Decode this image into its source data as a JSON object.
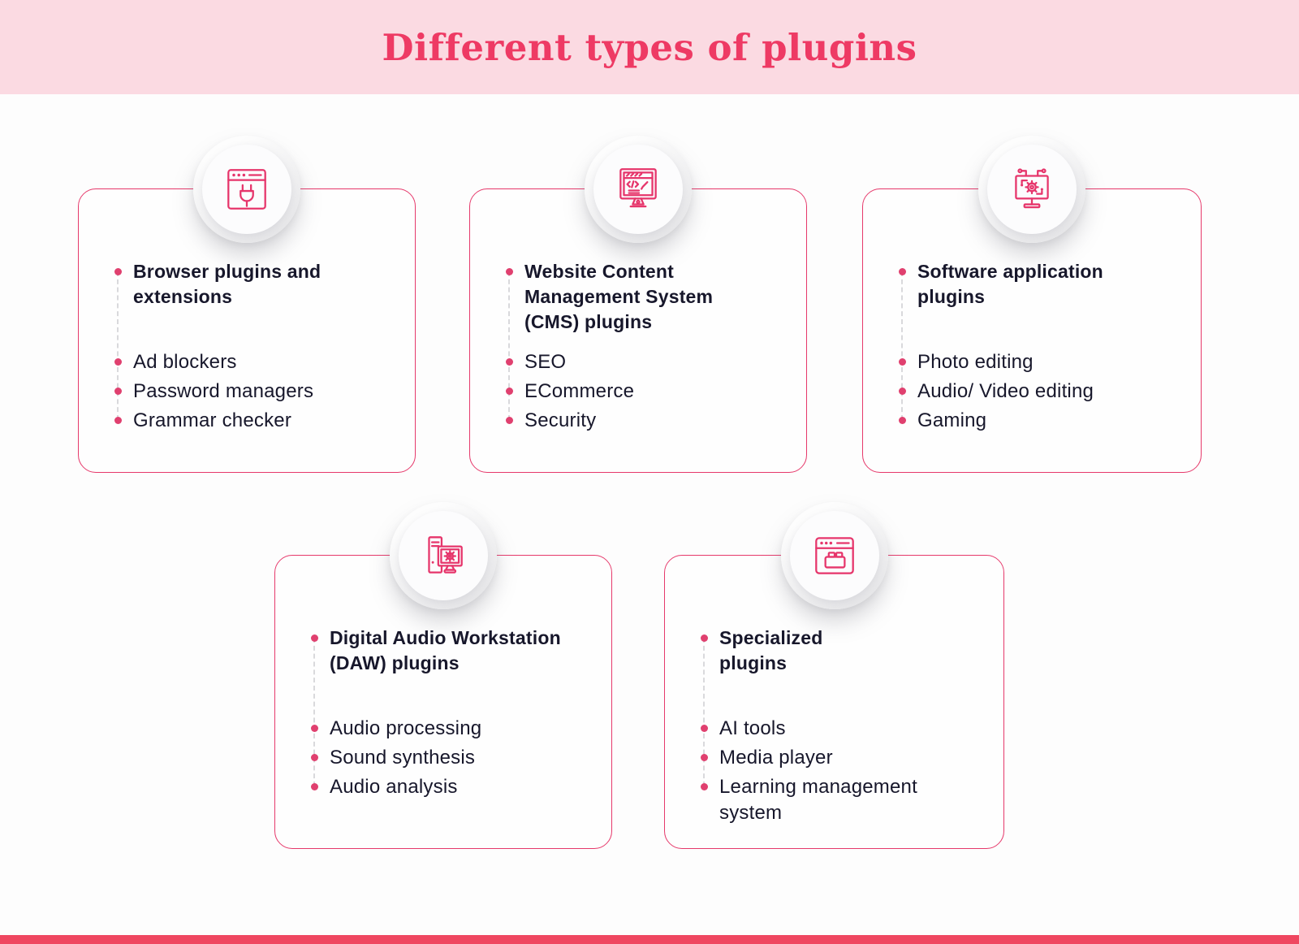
{
  "header": {
    "title": "Different types of plugins"
  },
  "theme": {
    "header_bg": "#FBDAE2",
    "title_color": "#EE3A64",
    "accent": "#E6356B",
    "card_border": "#E6396B",
    "text_color": "#17172B",
    "bullet_color": "#E0406F",
    "dash_color": "#D9D9DC",
    "bottom_bar_color": "#EF4760"
  },
  "cards": [
    {
      "icon": "browser-plug-icon",
      "heading": "Browser plugins and extensions",
      "items": [
        "Ad blockers",
        "Password managers",
        "Grammar checker"
      ]
    },
    {
      "icon": "cms-code-monitor-icon",
      "heading": "Website Content Management System (CMS) plugins",
      "items": [
        "SEO",
        "ECommerce",
        "Security"
      ]
    },
    {
      "icon": "monitor-gear-circuit-icon",
      "heading": "Software application plugins",
      "items": [
        "Photo editing",
        "Audio/ Video editing",
        "Gaming"
      ]
    },
    {
      "icon": "desktop-computer-gear-icon",
      "heading": "Digital Audio Workstation (DAW) plugins",
      "items": [
        "Audio processing",
        "Sound synthesis",
        "Audio analysis"
      ]
    },
    {
      "icon": "browser-brick-icon",
      "heading": "Specialized plugins",
      "items": [
        "AI tools",
        "Media player",
        "Learning management system"
      ]
    }
  ]
}
